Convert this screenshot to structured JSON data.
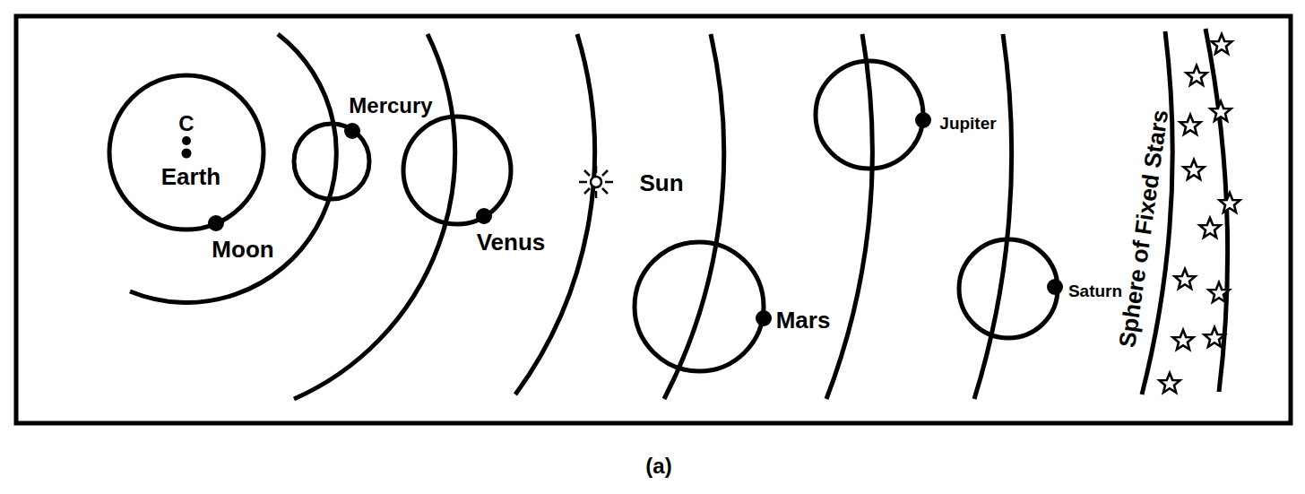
{
  "diagram": {
    "labels": [
      "C",
      "Earth",
      "Moon",
      "Mercury",
      "Venus",
      "Sun",
      "Mars",
      "Jupiter",
      "Saturn",
      "Sphere of Fixed Stars",
      "(a)"
    ]
  }
}
